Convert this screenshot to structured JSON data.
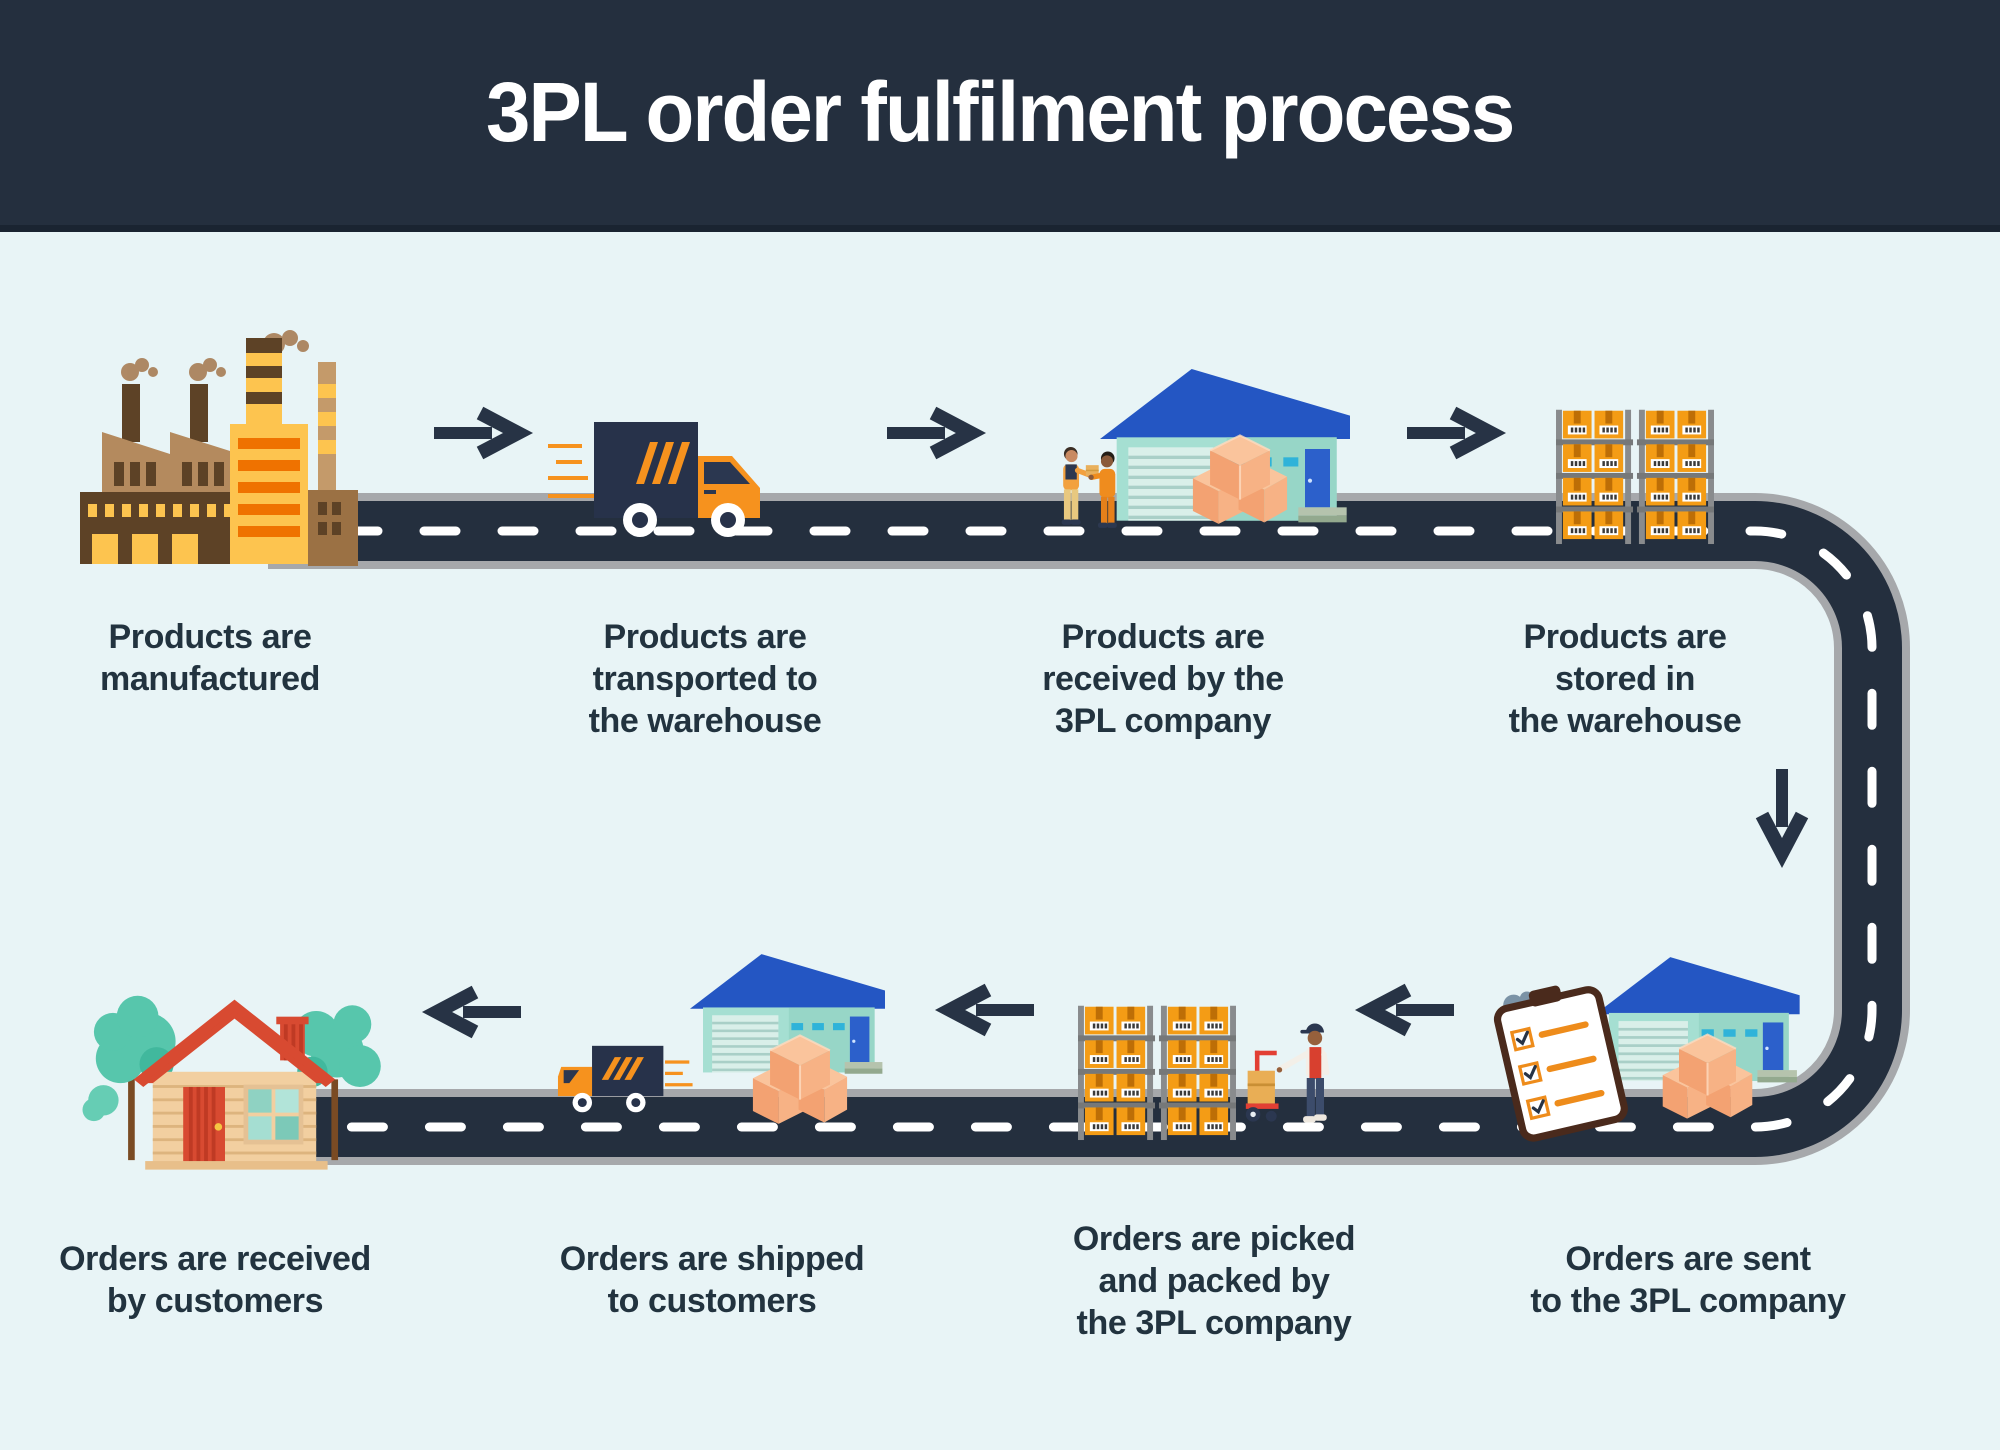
{
  "title": "3PL order fulfilment process",
  "steps": [
    {
      "id": 1,
      "icon": "factory-icon",
      "label": "Products are\nmanufactured"
    },
    {
      "id": 2,
      "icon": "delivery-truck-icon",
      "label": "Products are\ntransported to\nthe warehouse"
    },
    {
      "id": 3,
      "icon": "warehouse-handover-icon",
      "label": "Products are\nreceived by the\n3PL company"
    },
    {
      "id": 4,
      "icon": "storage-rack-icon",
      "label": "Products are\nstored in\nthe warehouse"
    },
    {
      "id": 5,
      "icon": "order-checklist-icon",
      "label": "Orders are sent\nto the 3PL company"
    },
    {
      "id": 6,
      "icon": "picker-trolley-icon",
      "label": "Orders are picked\nand packed by\nthe 3PL company"
    },
    {
      "id": 7,
      "icon": "shipping-truck-icon",
      "label": "Orders are shipped\nto customers"
    },
    {
      "id": 8,
      "icon": "customer-house-icon",
      "label": "Orders are received\nby customers"
    }
  ],
  "flow": {
    "shape": "u-turn-road",
    "arrows": [
      "right",
      "right",
      "right",
      "down",
      "left",
      "left",
      "left"
    ]
  },
  "palette": {
    "header_bg": "#242f3e",
    "canvas_bg": "#e8f4f6",
    "road_asphalt": "#242f3e",
    "road_edge": "#a6a8ab",
    "road_line": "#ffffff",
    "arrow": "#273345",
    "label_text": "#22333f",
    "accent_orange": "#f6921e",
    "roof_blue": "#2456c3",
    "wall_mint": "#a5dfd2",
    "box_orange": "#f49c15",
    "carton_peach": "#f5ab7e",
    "house_red": "#d84a31",
    "tree_teal": "#57c6ac"
  }
}
